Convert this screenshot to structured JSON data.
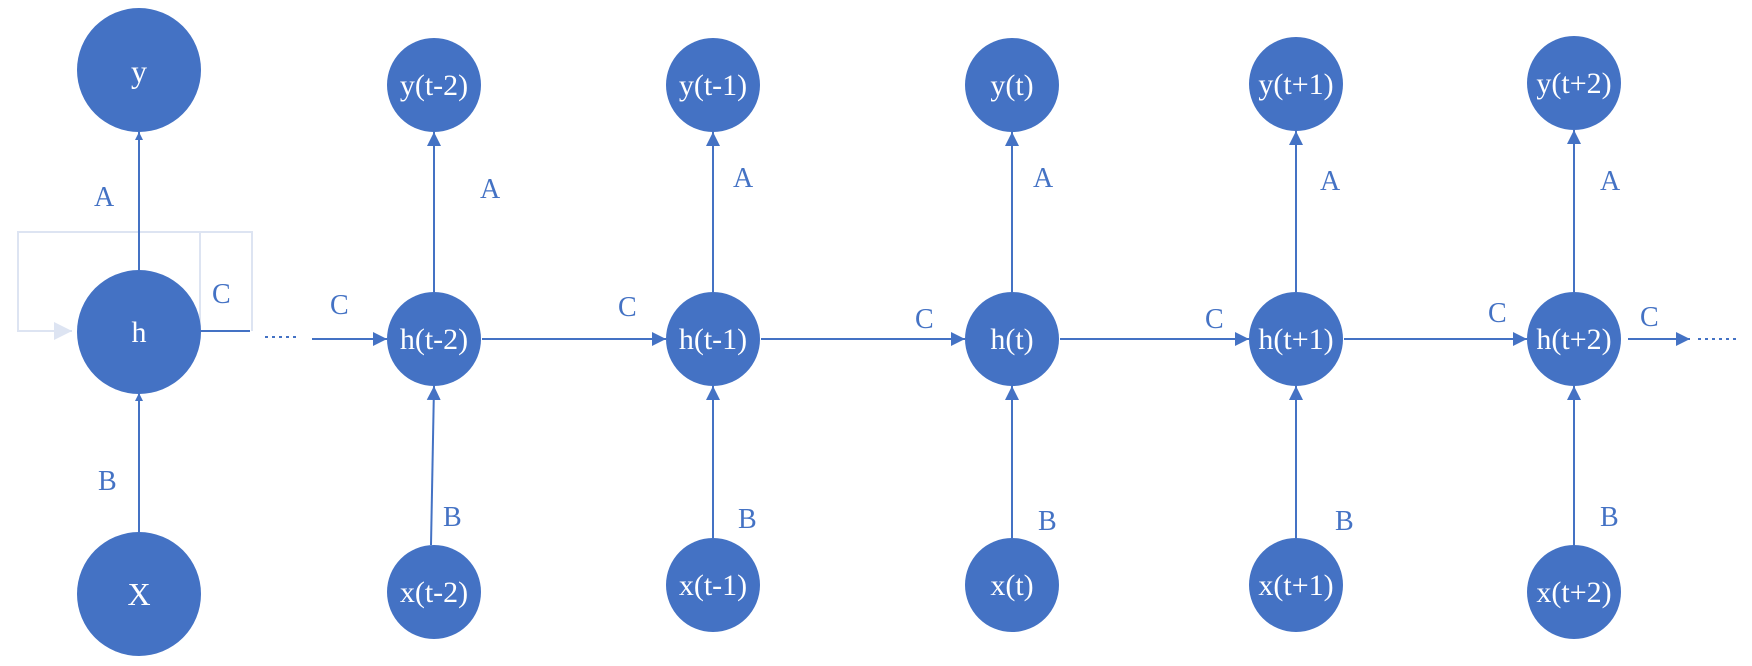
{
  "colors": {
    "node_fill": "#4472c4",
    "edge": "#4472c4",
    "label": "#4472c4",
    "node_text": "#ffffff",
    "loop": "#dde4f2"
  },
  "folded": {
    "output": "y",
    "hidden": "h",
    "input": "X",
    "edge_output": "A",
    "edge_recurrent": "C",
    "edge_input": "B"
  },
  "steps": [
    {
      "output": "y(t-2)",
      "hidden": "h(t-2)",
      "input": "x(t-2)",
      "edge_output": "A",
      "edge_input": "B",
      "edge_in": "C"
    },
    {
      "output": "y(t-1)",
      "hidden": "h(t-1)",
      "input": "x(t-1)",
      "edge_output": "A",
      "edge_input": "B",
      "edge_in": "C"
    },
    {
      "output": "y(t)",
      "hidden": "h(t)",
      "input": "x(t)",
      "edge_output": "A",
      "edge_input": "B",
      "edge_in": "C"
    },
    {
      "output": "y(t+1)",
      "hidden": "h(t+1)",
      "input": "x(t+1)",
      "edge_output": "A",
      "edge_input": "B",
      "edge_in": "C"
    },
    {
      "output": "y(t+2)",
      "hidden": "h(t+2)",
      "input": "x(t+2)",
      "edge_output": "A",
      "edge_input": "B",
      "edge_in": "C"
    }
  ],
  "trailing_edge_label": "C"
}
